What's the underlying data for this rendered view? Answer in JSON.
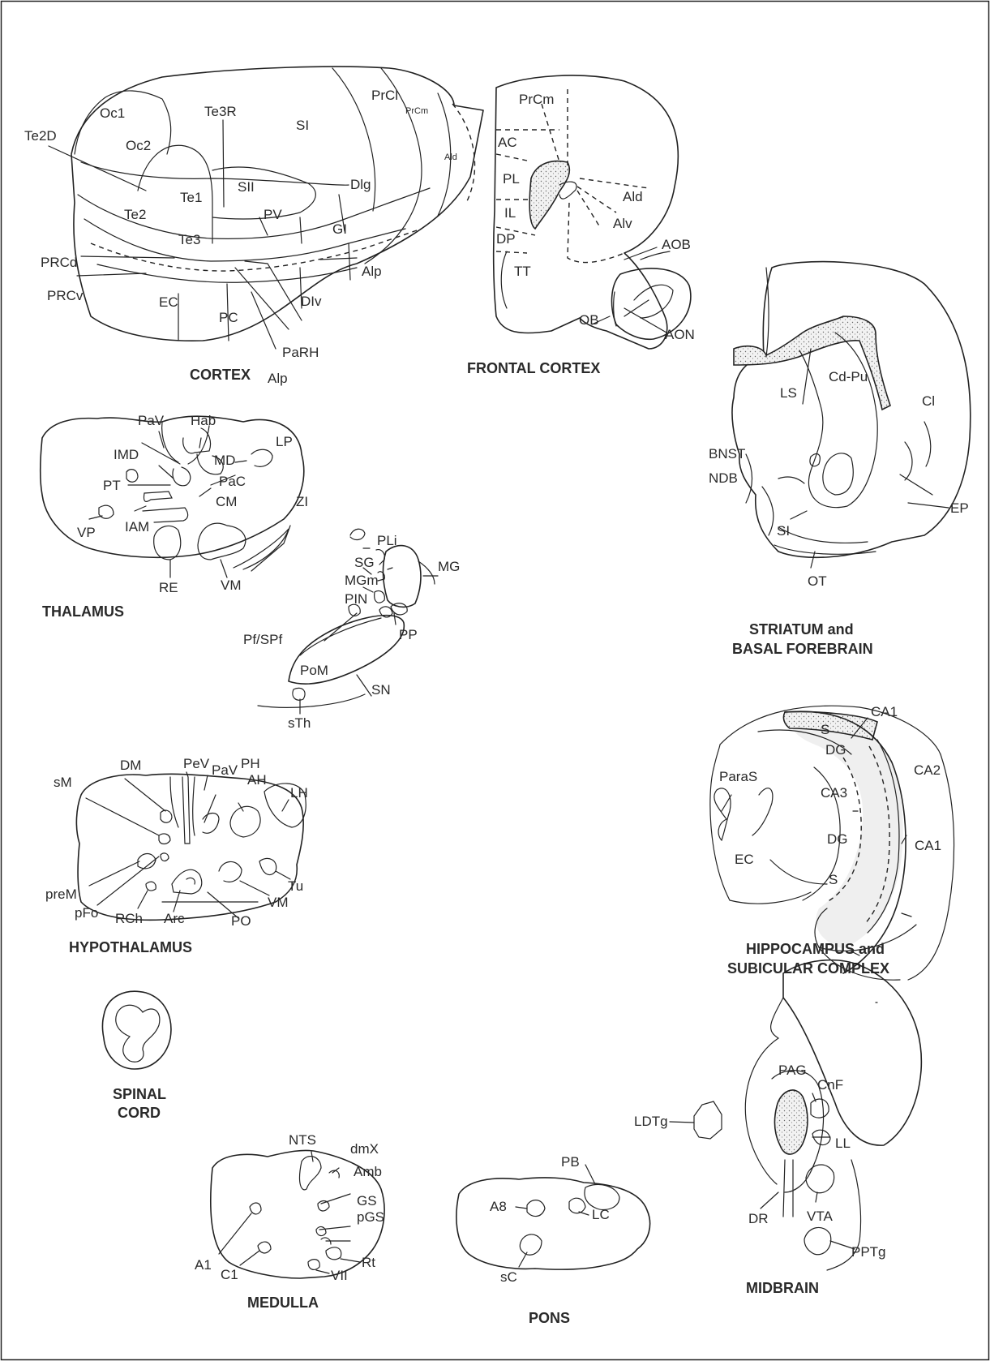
{
  "figure": {
    "sections": {
      "cortex": "CORTEX",
      "frontal_cortex": "FRONTAL CORTEX",
      "striatum_line1": "STRIATUM and",
      "striatum_line2": "BASAL FOREBRAIN",
      "thalamus": "THALAMUS",
      "hippocampus_line1": "HIPPOCAMPUS and",
      "hippocampus_line2": "SUBICULAR COMPLEX",
      "hypothalamus": "HYPOTHALAMUS",
      "spinal_line1": "SPINAL",
      "spinal_line2": "CORD",
      "medulla": "MEDULLA",
      "pons": "PONS",
      "midbrain": "MIDBRAIN"
    },
    "labels": {
      "cortex": [
        "Oc1",
        "Oc2",
        "Te2D",
        "Te3R",
        "SI",
        "PrCl",
        "PrCm",
        "Ald",
        "Te1",
        "SII",
        "Dlg",
        "Te2",
        "PV",
        "GI",
        "Te3",
        "PRCd",
        "Alp",
        "PRCv",
        "EC",
        "DIv",
        "PC",
        "PaRH",
        "Alp"
      ],
      "frontal": [
        "PrCm",
        "AC",
        "PL",
        "Ald",
        "IL",
        "Alv",
        "DP",
        "TT",
        "AOB",
        "OB",
        "AON"
      ],
      "striatum": [
        "LS",
        "Cd-Pu",
        "Cl",
        "BNST",
        "NDB",
        "SI",
        "EP",
        "OT"
      ],
      "thalamus": [
        "PaV",
        "Hab",
        "LP",
        "IMD",
        "MD",
        "PT",
        "PaC",
        "CM",
        "ZI",
        "IAM",
        "VP",
        "RE",
        "VM"
      ],
      "posterior_thalamus": [
        "PLi",
        "SG",
        "MG",
        "MGm",
        "PIN",
        "PP",
        "Pf/SPf",
        "PoM",
        "SN",
        "sTh"
      ],
      "hippocampus": [
        "CA1",
        "S",
        "DG",
        "ParaS",
        "CA2",
        "CA3",
        "DG",
        "CA1",
        "EC",
        "S"
      ],
      "hypothalamus": [
        "DM",
        "PeV",
        "PaV",
        "PH",
        "AH",
        "sM",
        "LH",
        "preM",
        "pFo",
        "Tu",
        "VM",
        "RCh",
        "Arc",
        "PO"
      ],
      "midbrain": [
        "PAG",
        "CnF",
        "LDTg",
        "LL",
        "DR",
        "VTA",
        "PPTg"
      ],
      "medulla": [
        "NTS",
        "dmX",
        "Amb",
        "GS",
        "pGS",
        "A1",
        "C1",
        "Rt",
        "VII"
      ],
      "pons": [
        "PB",
        "A8",
        "LC",
        "sC"
      ]
    }
  }
}
